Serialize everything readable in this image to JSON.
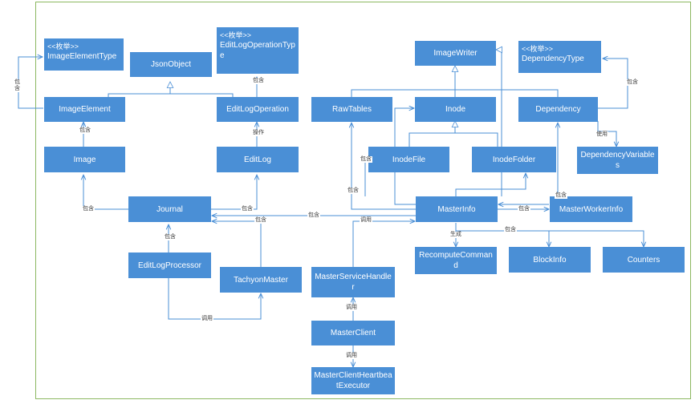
{
  "diagram": {
    "edge_color": "#4a8fd6",
    "node_color": "#4a8fd6",
    "nodes": {
      "image_element_type": {
        "stereotype": "<<枚举>>",
        "name": "ImageElementType"
      },
      "json_object": {
        "name": "JsonObject"
      },
      "edit_log_operation_type": {
        "stereotype": "<<枚举>>",
        "name": "EditLogOperationType"
      },
      "image_writer": {
        "name": "ImageWriter"
      },
      "dependency_type": {
        "stereotype": "<<枚举>>",
        "name": "DependencyType"
      },
      "image_element": {
        "name": "ImageElement"
      },
      "edit_log_operation": {
        "name": "EditLogOperation"
      },
      "raw_tables": {
        "name": "RawTables"
      },
      "inode": {
        "name": "Inode"
      },
      "dependency": {
        "name": "Dependency"
      },
      "image": {
        "name": "Image"
      },
      "edit_log": {
        "name": "EditLog"
      },
      "inode_file": {
        "name": "InodeFile"
      },
      "inode_folder": {
        "name": "InodeFolder"
      },
      "dependency_variables": {
        "name": "DependencyVariables"
      },
      "journal": {
        "name": "Journal"
      },
      "master_info": {
        "name": "MasterInfo"
      },
      "master_worker_info": {
        "name": "MasterWorkerInfo"
      },
      "edit_log_processor": {
        "name": "EditLogProcessor"
      },
      "tachyon_master": {
        "name": "TachyonMaster"
      },
      "master_service_handler": {
        "name": "MasterServiceHandler"
      },
      "recompute_command": {
        "name": "RecomputeCommand"
      },
      "block_info": {
        "name": "BlockInfo"
      },
      "counters": {
        "name": "Counters"
      },
      "master_client": {
        "name": "MasterClient"
      },
      "master_client_heartbeat_executor": {
        "name": "MasterClientHeartbeatExecutor"
      }
    },
    "edge_labels": {
      "contain": "包含",
      "operate": "操作",
      "call": "调用",
      "use": "使用",
      "generate": "生成"
    }
  }
}
